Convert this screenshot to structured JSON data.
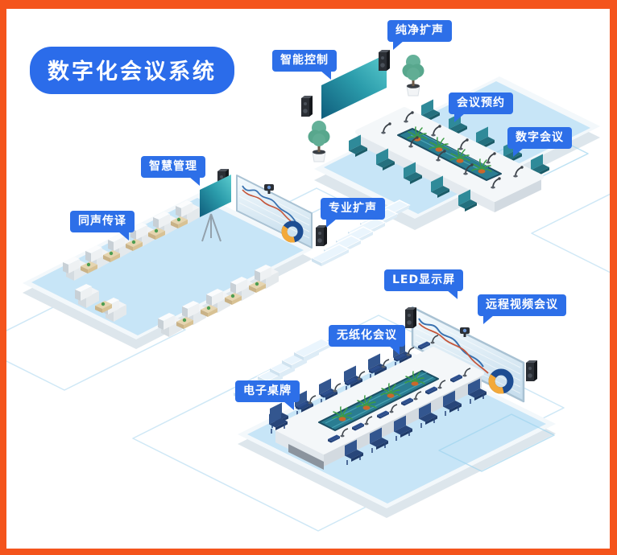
{
  "title": {
    "text": "数字化会议系统"
  },
  "callouts": [
    {
      "id": "pure-sound",
      "text": "纯净扩声"
    },
    {
      "id": "smart-control",
      "text": "智能控制"
    },
    {
      "id": "meeting-booking",
      "text": "会议预约"
    },
    {
      "id": "digital-conference",
      "text": "数字会议"
    },
    {
      "id": "smart-management",
      "text": "智慧管理"
    },
    {
      "id": "simultaneous-interpretation",
      "text": "同声传译"
    },
    {
      "id": "professional-sound",
      "text": "专业扩声"
    },
    {
      "id": "led-display",
      "text": "LED显示屏"
    },
    {
      "id": "remote-video-conference",
      "text": "远程视频会议"
    },
    {
      "id": "paperless-meeting",
      "text": "无纸化会议"
    },
    {
      "id": "electronic-nameplate",
      "text": "电子桌牌"
    }
  ],
  "colors": {
    "frame_orange": "#f4541c",
    "callout_blue": "#2d6fe8",
    "title_blue": "#2b6cea",
    "floor_blue": "#c7e5f7",
    "chair_teal": "#2f8a99",
    "chair_navy": "#33568f",
    "screen_teal_dark": "#0f5d7c",
    "screen_teal_light": "#5bcbce",
    "donut_blue": "#1d4d92",
    "donut_orange": "#f3a93a"
  }
}
